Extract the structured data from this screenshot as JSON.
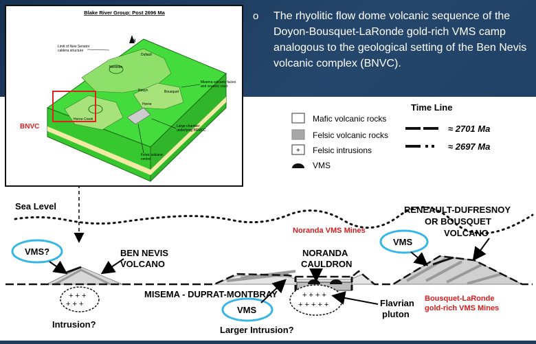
{
  "bullet": {
    "marker": "o",
    "text": "The rhyolitic flow dome volcanic sequence of the Doyon-Bousquet-LaRonde gold-rich VMS camp analogous to the geological setting of the Ben Nevis volcanic complex (BNVC)."
  },
  "block_diagram": {
    "title": "Blake River Group:  Post 2696 Ma",
    "north": "N",
    "labels": {
      "caldera": [
        "Limit of New Senator",
        "caldera structure"
      ],
      "dufault": "Dufault",
      "noranda": "Noranda",
      "misema": [
        "Misema volcanic facies",
        "and oceanic crust"
      ],
      "rouyn": "Rouyn",
      "bousquet": "Bousquet",
      "horne": "Horne",
      "horne_creek": "Horne Creek",
      "chamber": [
        "Large chamber",
        "underlying BRMCC"
      ],
      "felsic_centre": [
        "Felsic volcanic",
        "centre"
      ]
    },
    "bnvc": "BNVC"
  },
  "legend": {
    "mafic": "Mafic volcanic rocks",
    "felsic": "Felsic volcanic rocks",
    "intrusions": "Felsic intrusions",
    "vms": "VMS",
    "timeline_title": "Time Line",
    "t1": "≈ 2701 Ma",
    "t2": "≈ 2697 Ma"
  },
  "cross_section": {
    "sea_level": "Sea Level",
    "vms_q": "VMS?",
    "ben_nevis": [
      "BEN NEVIS",
      "VOLCANO"
    ],
    "intrusion_q": "Intrusion?",
    "misema": "MISEMA - DUPRAT-MONTBRAY",
    "vms": "VMS",
    "larger_intrusion": "Larger Intrusion?",
    "noranda_mines": "Noranda VMS Mines",
    "noranda_cauldron": [
      "NORANDA",
      "CAULDRON"
    ],
    "flavrian": [
      "Flavrian",
      "pluton"
    ],
    "vms2": "VMS",
    "reneault": [
      "RENEAULT-DUFRESNOY",
      "OR BOUSQUET",
      "VOLCANO"
    ],
    "bousquet_mines": [
      "Bousquet-LaRonde",
      "gold-rich VMS Mines"
    ]
  },
  "colors": {
    "background": "#1f3b5c",
    "green": "#3fd23a",
    "red_label": "#d81b1b",
    "cyan_ellipse": "#35b6e6"
  }
}
